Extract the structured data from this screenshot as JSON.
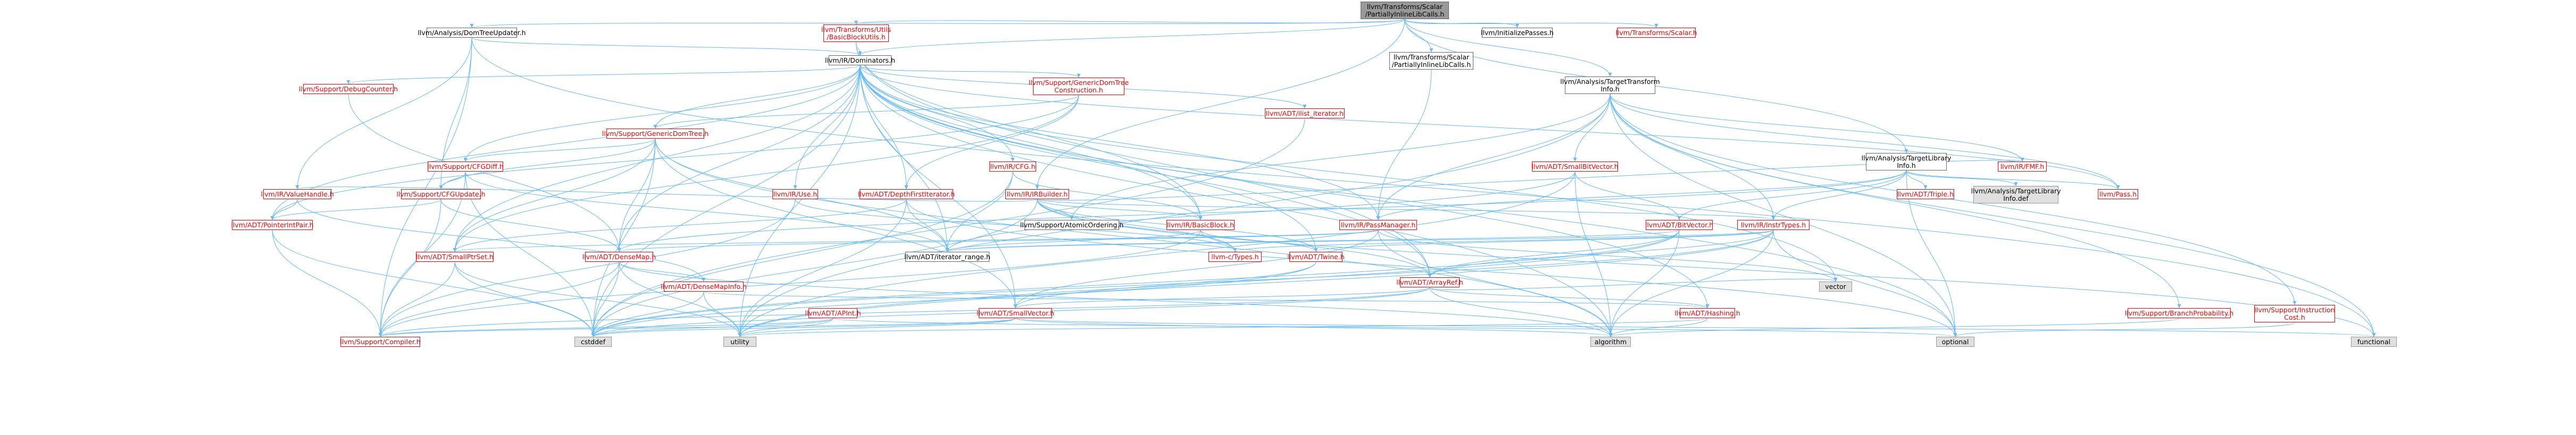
{
  "colors": {
    "edge": "#63b8ff",
    "internal_border": "#ff0000",
    "internal_text": "#ff0000",
    "external_border": "#666666",
    "external_text": "#000000",
    "grey_fill": "#e0e0e0",
    "root_fill": "#999999"
  },
  "nodes": [
    {
      "id": "root",
      "label": "llvm/Transforms/Scalar\n/PartiallyInlineLibCalls.h",
      "style": "root"
    },
    {
      "id": "domtreeupdater",
      "label": "llvm/Analysis/DomTreeUpdater.h",
      "style": "external"
    },
    {
      "id": "basicblockutils",
      "label": "llvm/Transforms/Utils\n/BasicBlockUtils.h",
      "style": "internal"
    },
    {
      "id": "initializepasses",
      "label": "llvm/InitializePasses.h",
      "style": "external"
    },
    {
      "id": "transforms_scalar",
      "label": "llvm/Transforms/Scalar.h",
      "style": "internal"
    },
    {
      "id": "dominators",
      "label": "llvm/IR/Dominators.h",
      "style": "external"
    },
    {
      "id": "pilc",
      "label": "llvm/Transforms/Scalar\n/PartiallyInlineLibCalls.h",
      "style": "external"
    },
    {
      "id": "targettransforminfo",
      "label": "llvm/Analysis/TargetTransform\nInfo.h",
      "style": "external"
    },
    {
      "id": "debugcounter",
      "label": "llvm/Support/DebugCounter.h",
      "style": "internal"
    },
    {
      "id": "gdtconstruction",
      "label": "llvm/Support/GenericDomTree\nConstruction.h",
      "style": "internal"
    },
    {
      "id": "ilist_iterator",
      "label": "llvm/ADT/ilist_iterator.h",
      "style": "internal"
    },
    {
      "id": "genericdomtree",
      "label": "llvm/Support/GenericDomTree.h",
      "style": "internal"
    },
    {
      "id": "cfgdiff",
      "label": "llvm/Support/CFGDiff.h",
      "style": "internal"
    },
    {
      "id": "cfgupdate",
      "label": "llvm/Support/CFGUpdate.h",
      "style": "internal"
    },
    {
      "id": "valuehandle",
      "label": "llvm/IR/ValueHandle.h",
      "style": "internal"
    },
    {
      "id": "pointerintpair",
      "label": "llvm/ADT/PointerIntPair.h",
      "style": "internal"
    },
    {
      "id": "ir_use",
      "label": "llvm/IR/Use.h",
      "style": "internal"
    },
    {
      "id": "ir_cfg",
      "label": "llvm/IR/CFG.h",
      "style": "internal"
    },
    {
      "id": "depthfirst",
      "label": "llvm/ADT/DepthFirstIterator.h",
      "style": "internal"
    },
    {
      "id": "irbuilder",
      "label": "llvm/IR/IRBuilder.h",
      "style": "internal"
    },
    {
      "id": "atomicordering",
      "label": "llvm/Support/AtomicOrdering.h",
      "style": "external"
    },
    {
      "id": "basicblock",
      "label": "llvm/IR/BasicBlock.h",
      "style": "internal"
    },
    {
      "id": "smallbitvector",
      "label": "llvm/ADT/SmallBitVector.h",
      "style": "internal"
    },
    {
      "id": "passmanager",
      "label": "llvm/IR/PassManager.h",
      "style": "internal"
    },
    {
      "id": "insttypes",
      "label": "llvm/IR/InstrTypes.h",
      "style": "internal"
    },
    {
      "id": "targetlibraryinfo",
      "label": "llvm/Analysis/TargetLibrary\nInfo.h",
      "style": "external"
    },
    {
      "id": "bitvector",
      "label": "llvm/ADT/BitVector.h",
      "style": "internal"
    },
    {
      "id": "triple",
      "label": "llvm/ADT/Triple.h",
      "style": "internal"
    },
    {
      "id": "tli_def",
      "label": "llvm/Analysis/TargetLibrary\nInfo.def",
      "style": "grey"
    },
    {
      "id": "ir_pass",
      "label": "llvm/Pass.h",
      "style": "internal"
    },
    {
      "id": "ir_fmf",
      "label": "llvm/IR/FMF.h",
      "style": "internal"
    },
    {
      "id": "smallptrset",
      "label": "llvm/ADT/SmallPtrSet.h",
      "style": "internal"
    },
    {
      "id": "densemap",
      "label": "llvm/ADT/DenseMap.h",
      "style": "internal"
    },
    {
      "id": "iterator_range",
      "label": "llvm/ADT/iterator_range.h",
      "style": "external"
    },
    {
      "id": "c_types",
      "label": "llvm-c/Types.h",
      "style": "internal"
    },
    {
      "id": "twine",
      "label": "llvm/ADT/Twine.h",
      "style": "internal"
    },
    {
      "id": "arrayref",
      "label": "llvm/ADT/ArrayRef.h",
      "style": "internal"
    },
    {
      "id": "densemapinfo",
      "label": "llvm/ADT/DenseMapInfo.h",
      "style": "internal"
    },
    {
      "id": "apint",
      "label": "llvm/ADT/APInt.h",
      "style": "internal"
    },
    {
      "id": "smallvector",
      "label": "llvm/ADT/SmallVector.h",
      "style": "internal"
    },
    {
      "id": "hashing",
      "label": "llvm/ADT/Hashing.h",
      "style": "internal"
    },
    {
      "id": "vector",
      "label": "vector",
      "style": "grey"
    },
    {
      "id": "branchprob",
      "label": "llvm/Support/BranchProbability.h",
      "style": "internal"
    },
    {
      "id": "instcost",
      "label": "llvm/Support/Instruction\nCost.h",
      "style": "internal"
    },
    {
      "id": "compiler",
      "label": "llvm/Support/Compiler.h",
      "style": "internal"
    },
    {
      "id": "cstddef",
      "label": "cstddef",
      "style": "grey"
    },
    {
      "id": "utility",
      "label": "utility",
      "style": "grey"
    },
    {
      "id": "algorithm",
      "label": "algorithm",
      "style": "grey"
    },
    {
      "id": "optional",
      "label": "optional",
      "style": "grey"
    },
    {
      "id": "functional",
      "label": "functional",
      "style": "grey"
    }
  ],
  "edges": [
    [
      "root",
      "domtreeupdater"
    ],
    [
      "root",
      "basicblockutils"
    ],
    [
      "root",
      "initializepasses"
    ],
    [
      "root",
      "transforms_scalar"
    ],
    [
      "root",
      "dominators"
    ],
    [
      "root",
      "pilc"
    ],
    [
      "root",
      "targettransforminfo"
    ],
    [
      "root",
      "irbuilder"
    ],
    [
      "root",
      "targetlibraryinfo"
    ],
    [
      "domtreeupdater",
      "dominators"
    ],
    [
      "domtreeupdater",
      "valuehandle"
    ],
    [
      "domtreeupdater",
      "cfgupdate"
    ],
    [
      "domtreeupdater",
      "compiler"
    ],
    [
      "domtreeupdater",
      "functional"
    ],
    [
      "basicblockutils",
      "dominators"
    ],
    [
      "basicblockutils",
      "basicblock"
    ],
    [
      "basicblockutils",
      "arrayref"
    ],
    [
      "dominators",
      "debugcounter"
    ],
    [
      "dominators",
      "gdtconstruction"
    ],
    [
      "dominators",
      "genericdomtree"
    ],
    [
      "dominators",
      "cfgdiff"
    ],
    [
      "dominators",
      "ir_use"
    ],
    [
      "dominators",
      "ir_cfg"
    ],
    [
      "dominators",
      "depthfirst"
    ],
    [
      "dominators",
      "basicblock"
    ],
    [
      "dominators",
      "passmanager"
    ],
    [
      "dominators",
      "smallptrset"
    ],
    [
      "dominators",
      "densemap"
    ],
    [
      "dominators",
      "pointerintpair"
    ],
    [
      "dominators",
      "twine"
    ],
    [
      "dominators",
      "arrayref"
    ],
    [
      "dominators",
      "hashing"
    ],
    [
      "dominators",
      "smallvector"
    ],
    [
      "dominators",
      "ilist_iterator"
    ],
    [
      "dominators",
      "ir_pass"
    ],
    [
      "dominators",
      "iterator_range"
    ],
    [
      "dominators",
      "algorithm"
    ],
    [
      "dominators",
      "utility"
    ],
    [
      "dominators",
      "vector"
    ],
    [
      "dominators",
      "cstddef"
    ],
    [
      "dominators",
      "optional"
    ],
    [
      "pilc",
      "passmanager"
    ],
    [
      "targettransforminfo",
      "insttypes"
    ],
    [
      "targettransforminfo",
      "passmanager"
    ],
    [
      "targettransforminfo",
      "ir_pass"
    ],
    [
      "targettransforminfo",
      "ir_fmf"
    ],
    [
      "targettransforminfo",
      "smallbitvector"
    ],
    [
      "targettransforminfo",
      "atomicordering"
    ],
    [
      "targettransforminfo",
      "branchprob"
    ],
    [
      "targettransforminfo",
      "instcost"
    ],
    [
      "targettransforminfo",
      "optional"
    ],
    [
      "targettransforminfo",
      "functional"
    ],
    [
      "targettransforminfo",
      "utility"
    ],
    [
      "debugcounter",
      "densemap"
    ],
    [
      "gdtconstruction",
      "genericdomtree"
    ],
    [
      "gdtconstruction",
      "depthfirst"
    ],
    [
      "gdtconstruction",
      "pointerintpair"
    ],
    [
      "gdtconstruction",
      "smallptrset"
    ],
    [
      "ilist_iterator",
      "cstddef"
    ],
    [
      "genericdomtree",
      "cfgdiff"
    ],
    [
      "genericdomtree",
      "cfgupdate"
    ],
    [
      "genericdomtree",
      "densemap"
    ],
    [
      "genericdomtree",
      "smallptrset"
    ],
    [
      "genericdomtree",
      "smallvector"
    ],
    [
      "genericdomtree",
      "iterator_range"
    ],
    [
      "genericdomtree",
      "algorithm"
    ],
    [
      "genericdomtree",
      "cstddef"
    ],
    [
      "cfgdiff",
      "cfgupdate"
    ],
    [
      "cfgdiff",
      "iterator_range"
    ],
    [
      "cfgdiff",
      "compiler"
    ],
    [
      "cfgdiff",
      "cstddef"
    ],
    [
      "cfgupdate",
      "densemap"
    ],
    [
      "cfgupdate",
      "pointerintpair"
    ],
    [
      "cfgupdate",
      "compiler"
    ],
    [
      "valuehandle",
      "pointerintpair"
    ],
    [
      "valuehandle",
      "densemapinfo"
    ],
    [
      "pointerintpair",
      "compiler"
    ],
    [
      "pointerintpair",
      "cstddef"
    ],
    [
      "ir_use",
      "c_types"
    ],
    [
      "ir_use",
      "compiler"
    ],
    [
      "ir_cfg",
      "basicblock"
    ],
    [
      "ir_cfg",
      "iterator_range"
    ],
    [
      "ir_cfg",
      "cstddef"
    ],
    [
      "depthfirst",
      "smallptrset"
    ],
    [
      "depthfirst",
      "iterator_range"
    ],
    [
      "depthfirst",
      "utility"
    ],
    [
      "depthfirst",
      "optional"
    ],
    [
      "irbuilder",
      "insttypes"
    ],
    [
      "irbuilder",
      "basicblock"
    ],
    [
      "irbuilder",
      "arrayref"
    ],
    [
      "irbuilder",
      "twine"
    ],
    [
      "irbuilder",
      "c_types"
    ],
    [
      "irbuilder",
      "atomicordering"
    ],
    [
      "irbuilder",
      "cstddef"
    ],
    [
      "irbuilder",
      "functional"
    ],
    [
      "irbuilder",
      "ir_fmf"
    ],
    [
      "irbuilder",
      "valuehandle"
    ],
    [
      "basicblock",
      "twine"
    ],
    [
      "basicblock",
      "c_types"
    ],
    [
      "basicblock",
      "iterator_range"
    ],
    [
      "basicblock",
      "compiler"
    ],
    [
      "smallbitvector",
      "bitvector"
    ],
    [
      "smallbitvector",
      "iterator_range"
    ],
    [
      "smallbitvector",
      "utility"
    ],
    [
      "smallbitvector",
      "algorithm"
    ],
    [
      "passmanager",
      "densemap"
    ],
    [
      "passmanager",
      "smallptrset"
    ],
    [
      "passmanager",
      "smallvector"
    ],
    [
      "passmanager",
      "vector"
    ],
    [
      "passmanager",
      "algorithm"
    ],
    [
      "insttypes",
      "arrayref"
    ],
    [
      "insttypes",
      "twine"
    ],
    [
      "insttypes",
      "c_types"
    ],
    [
      "insttypes",
      "iterator_range"
    ],
    [
      "insttypes",
      "optional"
    ],
    [
      "insttypes",
      "utility"
    ],
    [
      "insttypes",
      "algorithm"
    ],
    [
      "insttypes",
      "cstddef"
    ],
    [
      "targetlibraryinfo",
      "triple"
    ],
    [
      "targetlibraryinfo",
      "tli_def"
    ],
    [
      "targetlibraryinfo",
      "ir_pass"
    ],
    [
      "targetlibraryinfo",
      "passmanager"
    ],
    [
      "targetlibraryinfo",
      "bitvector"
    ],
    [
      "targetlibraryinfo",
      "densemap"
    ],
    [
      "targetlibraryinfo",
      "insttypes"
    ],
    [
      "targetlibraryinfo",
      "optional"
    ],
    [
      "bitvector",
      "arrayref"
    ],
    [
      "bitvector",
      "iterator_range"
    ],
    [
      "bitvector",
      "utility"
    ],
    [
      "bitvector",
      "algorithm"
    ],
    [
      "bitvector",
      "cstddef"
    ],
    [
      "smallptrset",
      "compiler"
    ],
    [
      "smallptrset",
      "cstddef"
    ],
    [
      "smallptrset",
      "utility"
    ],
    [
      "densemap",
      "densemapinfo"
    ],
    [
      "densemap",
      "compiler"
    ],
    [
      "densemap",
      "cstddef"
    ],
    [
      "densemap",
      "utility"
    ],
    [
      "densemap",
      "algorithm"
    ],
    [
      "twine",
      "smallvector"
    ],
    [
      "twine",
      "cstddef"
    ],
    [
      "arrayref",
      "hashing"
    ],
    [
      "arrayref",
      "smallvector"
    ],
    [
      "arrayref",
      "compiler"
    ],
    [
      "arrayref",
      "vector"
    ],
    [
      "arrayref",
      "cstddef"
    ],
    [
      "arrayref",
      "algorithm"
    ],
    [
      "densemapinfo",
      "hashing"
    ],
    [
      "densemapinfo",
      "cstddef"
    ],
    [
      "densemapinfo",
      "utility"
    ],
    [
      "apint",
      "compiler"
    ],
    [
      "apint",
      "utility"
    ],
    [
      "apint",
      "optional"
    ],
    [
      "apint",
      "cstddef"
    ],
    [
      "smallvector",
      "compiler"
    ],
    [
      "smallvector",
      "cstddef"
    ],
    [
      "smallvector",
      "utility"
    ],
    [
      "smallvector",
      "algorithm"
    ],
    [
      "smallvector",
      "functional"
    ],
    [
      "hashing",
      "utility"
    ],
    [
      "hashing",
      "algorithm"
    ],
    [
      "branchprob",
      "algorithm"
    ],
    [
      "instcost",
      "optional"
    ]
  ]
}
